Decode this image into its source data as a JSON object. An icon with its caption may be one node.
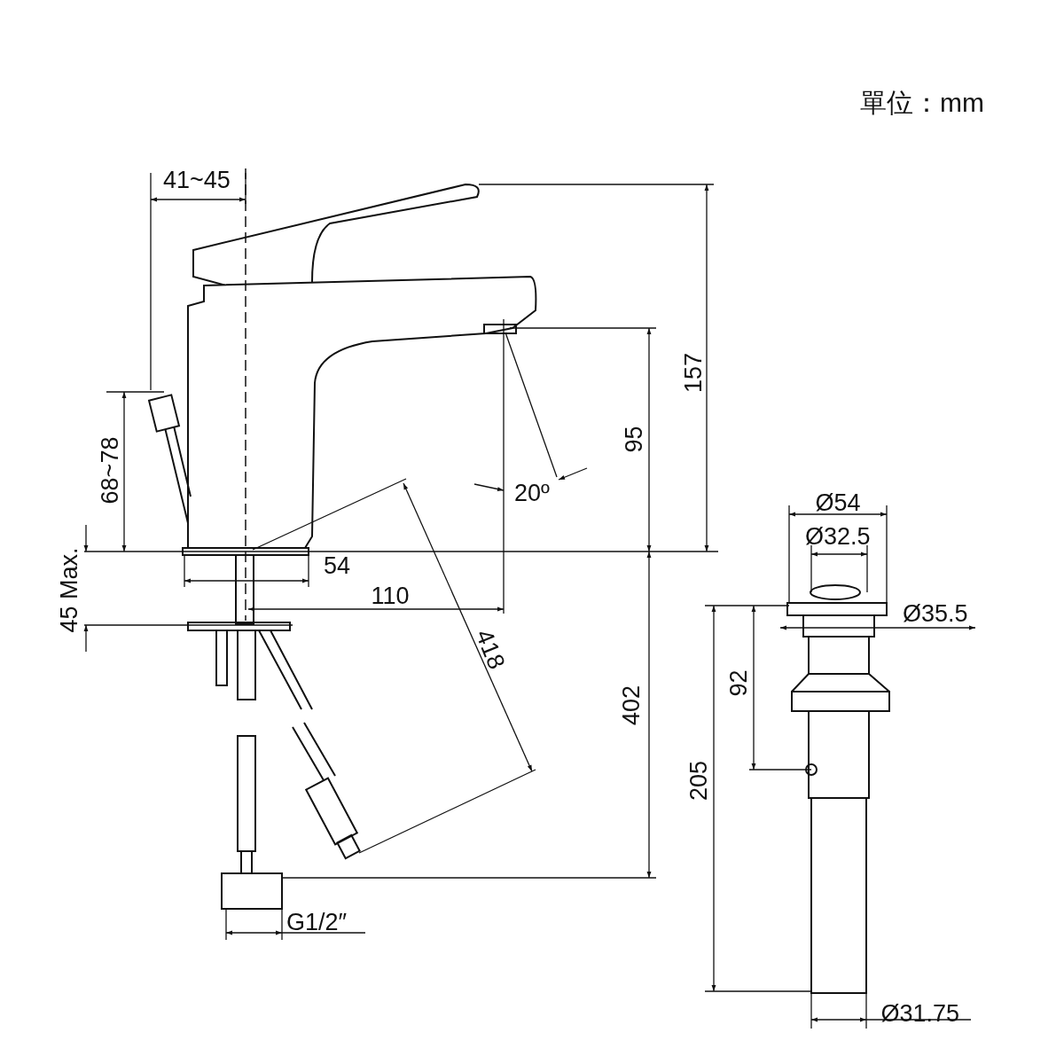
{
  "diagram": {
    "labels": [
      "單位：mm",
      "41~45",
      "157",
      "95",
      "68~78",
      "20º",
      "Ø54",
      "Ø32.5",
      "54",
      "45 Max.",
      "110",
      "Ø35.5",
      "418",
      "92",
      "402",
      "205",
      "G1/2″",
      "Ø31.75"
    ]
  }
}
